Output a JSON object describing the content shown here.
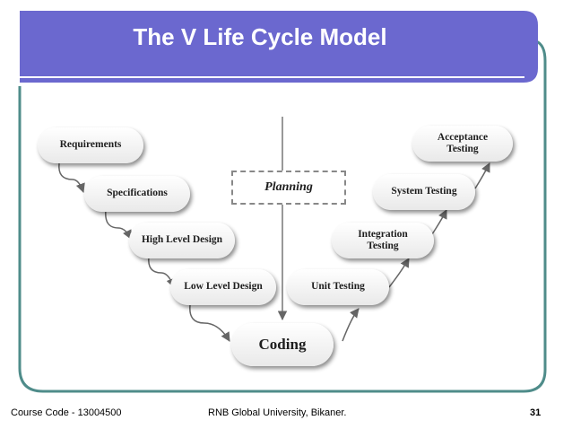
{
  "slide": {
    "title": "The V Life Cycle Model",
    "colors": {
      "header": "#6b68cf",
      "frame": "#4f8c8a"
    }
  },
  "diagram": {
    "left_nodes": [
      "Requirements",
      "Specifications",
      "High Level Design",
      "Low Level Design"
    ],
    "bottom_node": "Coding",
    "right_nodes": [
      "Unit Testing",
      "Integration\nTesting",
      "System Testing",
      "Acceptance\nTesting"
    ],
    "center_box": "Planning"
  },
  "footer": {
    "course_code": "Course Code - 13004500",
    "university": "RNB Global University, Bikaner.",
    "page_number": "31"
  }
}
